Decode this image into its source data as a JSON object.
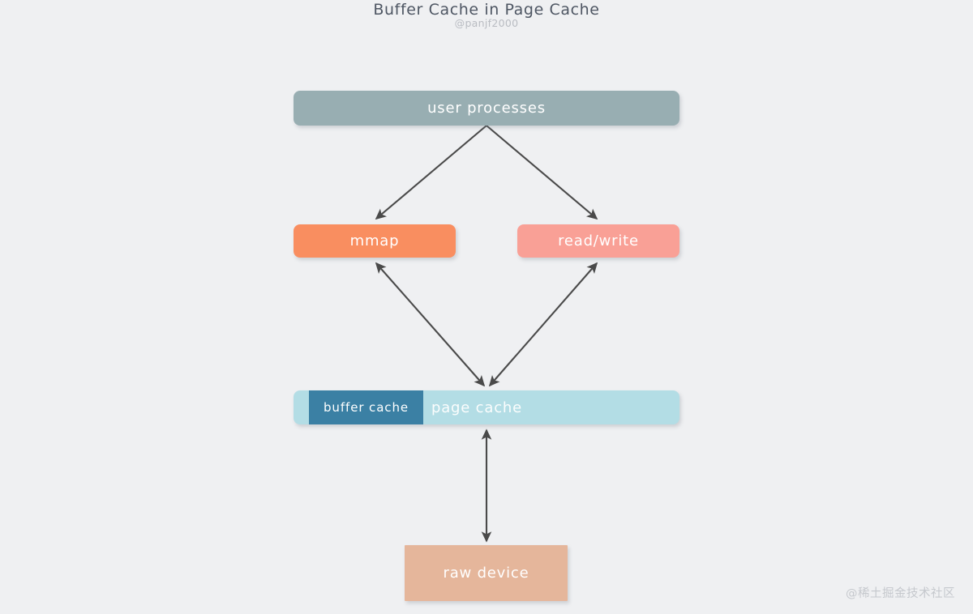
{
  "header": {
    "title": "Buffer Cache in Page Cache",
    "subtitle": "@panjf2000"
  },
  "diagram": {
    "type": "flow-diagram",
    "background_color": "#eff0f2",
    "nodes": [
      {
        "id": "user-processes",
        "label": "user processes",
        "color": "#98aeb2",
        "shape": "rounded-rect"
      },
      {
        "id": "mmap",
        "label": "mmap",
        "color": "#f98e60",
        "shape": "rounded-rect"
      },
      {
        "id": "read-write",
        "label": "read/write",
        "color": "#f9a096",
        "shape": "rounded-rect"
      },
      {
        "id": "page-cache",
        "label": "page cache",
        "color": "#b3dde5",
        "shape": "rounded-rect"
      },
      {
        "id": "buffer-cache",
        "label": "buffer cache",
        "color": "#3b80a4",
        "shape": "rect"
      },
      {
        "id": "raw-device",
        "label": "raw device",
        "color": "#e5b69b",
        "shape": "rect"
      }
    ],
    "edges": [
      {
        "from": "user-processes",
        "to": "mmap",
        "direction": "one-way"
      },
      {
        "from": "user-processes",
        "to": "read-write",
        "direction": "one-way"
      },
      {
        "from": "mmap",
        "to": "page-cache",
        "direction": "two-way"
      },
      {
        "from": "read-write",
        "to": "page-cache",
        "direction": "two-way"
      },
      {
        "from": "page-cache",
        "to": "raw-device",
        "direction": "two-way"
      }
    ],
    "edge_color": "#4a4a4a"
  },
  "watermark": {
    "text": "@稀土掘金技术社区"
  }
}
